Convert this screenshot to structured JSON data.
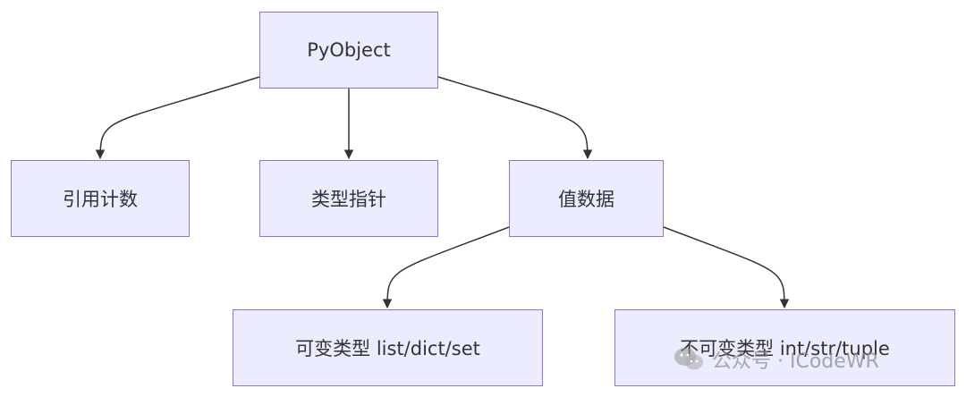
{
  "nodes": {
    "root": "PyObject",
    "ref_count": "引用计数",
    "type_pointer": "类型指针",
    "value_data": "值数据",
    "mutable": "可变类型 list/dict/set",
    "immutable": "不可变类型 int/str/tuple"
  },
  "watermark": {
    "text": "公众号 · ICodeWR",
    "icon": "wechat-icon"
  },
  "colors": {
    "node_fill": "#ECECFF",
    "node_border": "#9370DB",
    "edge": "#333333",
    "text": "#333333"
  }
}
